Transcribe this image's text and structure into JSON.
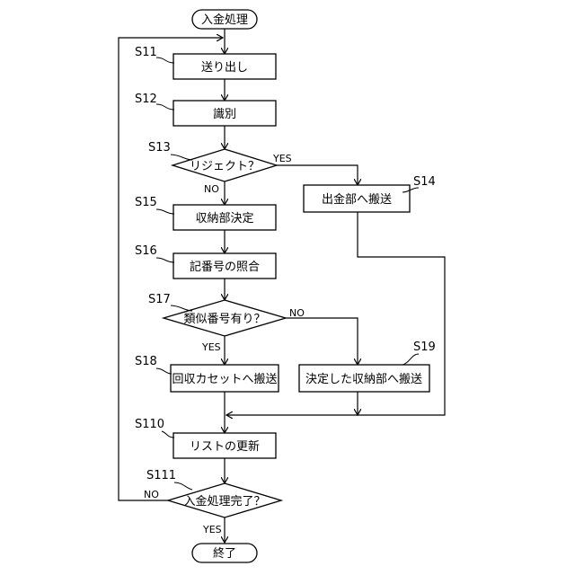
{
  "terminals": {
    "start": "入金処理",
    "end": "終了"
  },
  "steps": {
    "s11": "送り出し",
    "s12": "識別",
    "s13": "リジェクト？",
    "s14": "出金部へ搬送",
    "s15": "収納部決定",
    "s16": "記番号の照合",
    "s17": "類似番号有り？",
    "s18": "回収カセットへ搬送",
    "s19": "決定した収納部へ搬送",
    "s110": "リストの更新",
    "s111": "入金処理完了？"
  },
  "step_ids": {
    "s11": "S11",
    "s12": "S12",
    "s13": "S13",
    "s14": "S14",
    "s15": "S15",
    "s16": "S16",
    "s17": "S17",
    "s18": "S18",
    "s19": "S19",
    "s110": "S110",
    "s111": "S111"
  },
  "branches": {
    "s13_yes": "YES",
    "s13_no": "NO",
    "s17_yes": "YES",
    "s17_no": "NO",
    "s111_yes": "YES",
    "s111_no": "NO"
  }
}
